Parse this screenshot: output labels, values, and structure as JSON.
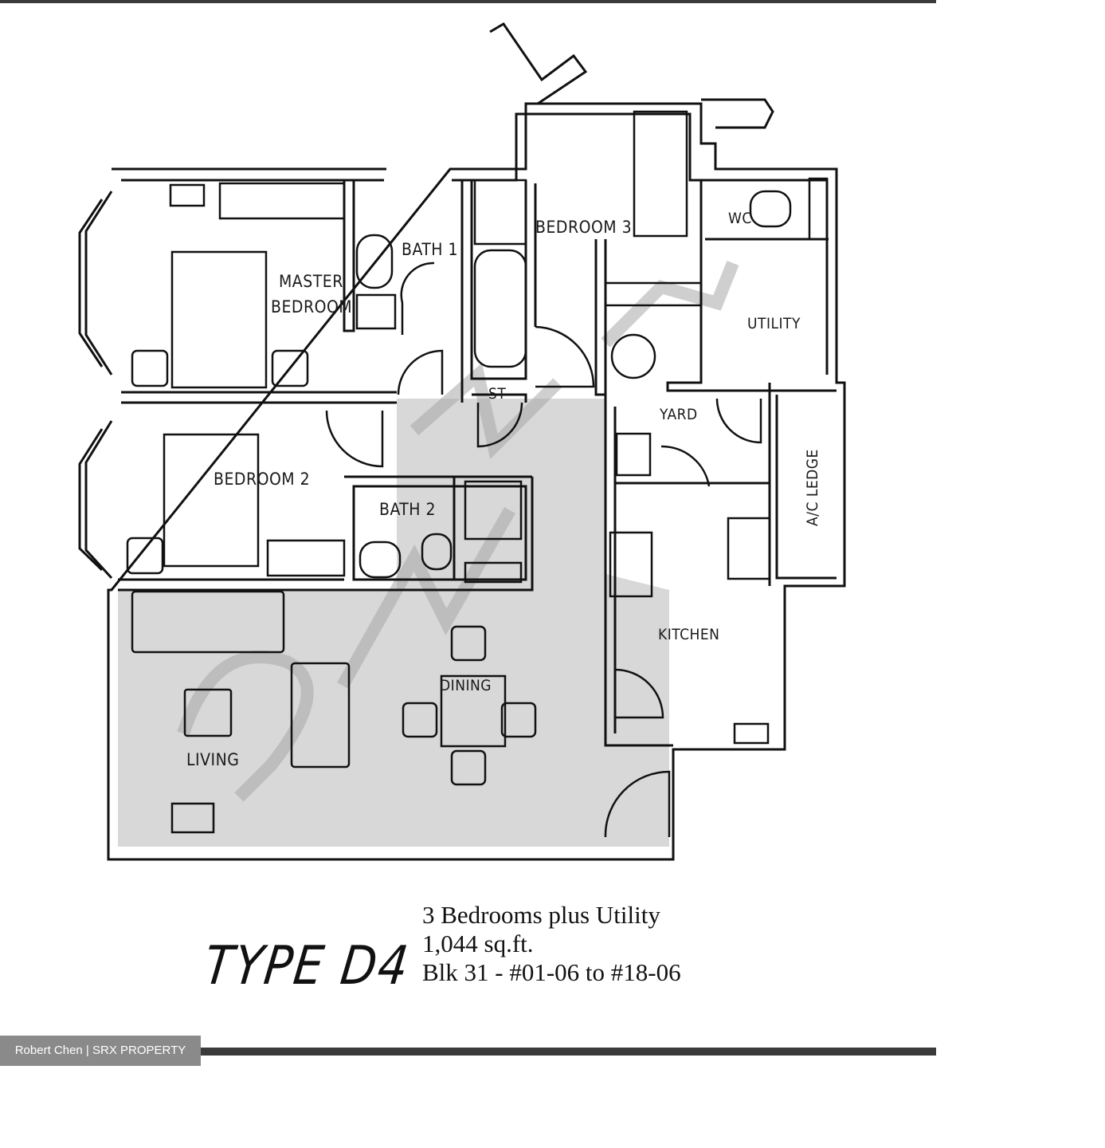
{
  "rooms": {
    "master_bedroom_line1": "MASTER",
    "master_bedroom_line2": "BEDROOM",
    "bath1": "BATH 1",
    "bedroom3": "BEDROOM 3",
    "wc": "WC",
    "utility": "UTILITY",
    "st": "ST",
    "yard": "YARD",
    "bedroom2": "BEDROOM 2",
    "bath2": "BATH 2",
    "ac_ledge": "A/C LEDGE",
    "kitchen": "KITCHEN",
    "dining": "DINING",
    "living": "LIVING"
  },
  "unit_type": "TYPE D4",
  "info": {
    "line1": "3 Bedrooms plus Utility",
    "line2": "1,044 sq.ft.",
    "line3": "Blk 31 - #01-06 to #18-06"
  },
  "credit": "Robert Chen | SRX PROPERTY",
  "colors": {
    "floor_shade": "#d9d9d9",
    "wall": "#111111",
    "watermark": "#9a9a9a"
  }
}
